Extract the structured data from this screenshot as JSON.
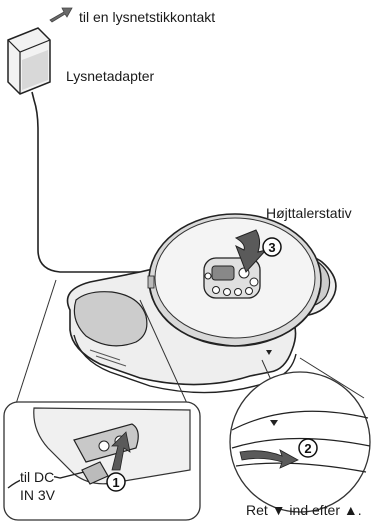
{
  "labels": {
    "outlet": "til en lysnetstikkontakt",
    "adapter": "Lysnetadapter",
    "stand": "Højttalerstativ",
    "dc_in_line1": "til DC",
    "dc_in_line2": "IN 3V",
    "align_note": "Ret ▼ ind efter ▲."
  },
  "steps": {
    "step1": "1",
    "step2": "2",
    "step3": "3"
  },
  "colors": {
    "line": "#2a2a2a",
    "arrow_fill": "#5a5a5a",
    "body_fill": "#e6e6e6",
    "shade": "#b8b8b8"
  }
}
